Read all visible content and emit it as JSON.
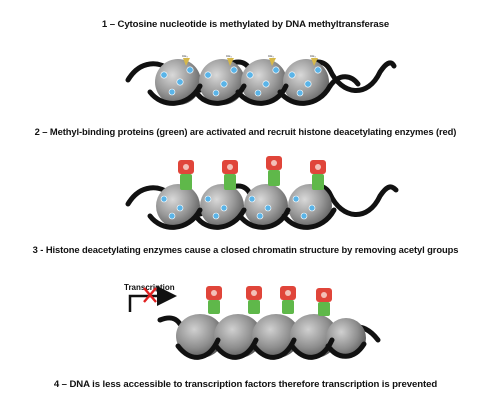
{
  "steps": [
    {
      "caption": "1 – Cytosine nucleotide is methylated by DNA methyltransferase"
    },
    {
      "caption": "2 – Methyl-binding proteins (green) are activated and recruit histone deacetylating enzymes (red)"
    },
    {
      "caption": "3 - Histone deacetylating enzymes cause a closed chromatin structure by removing acetyl groups"
    },
    {
      "caption": "4 – DNA is less accessible to transcription factors therefore transcription is prevented"
    }
  ],
  "labels": {
    "transcription": "Transcription",
    "methyl_tag": "CH₃"
  },
  "colors": {
    "histone": "#8f8f8f",
    "dna_strand": "#111111",
    "methyl_dot": "#5ab4e8",
    "methyl_binding_protein": "#5fb84a",
    "deacetylase": "#e0453a",
    "blocked_x": "#e02020"
  }
}
